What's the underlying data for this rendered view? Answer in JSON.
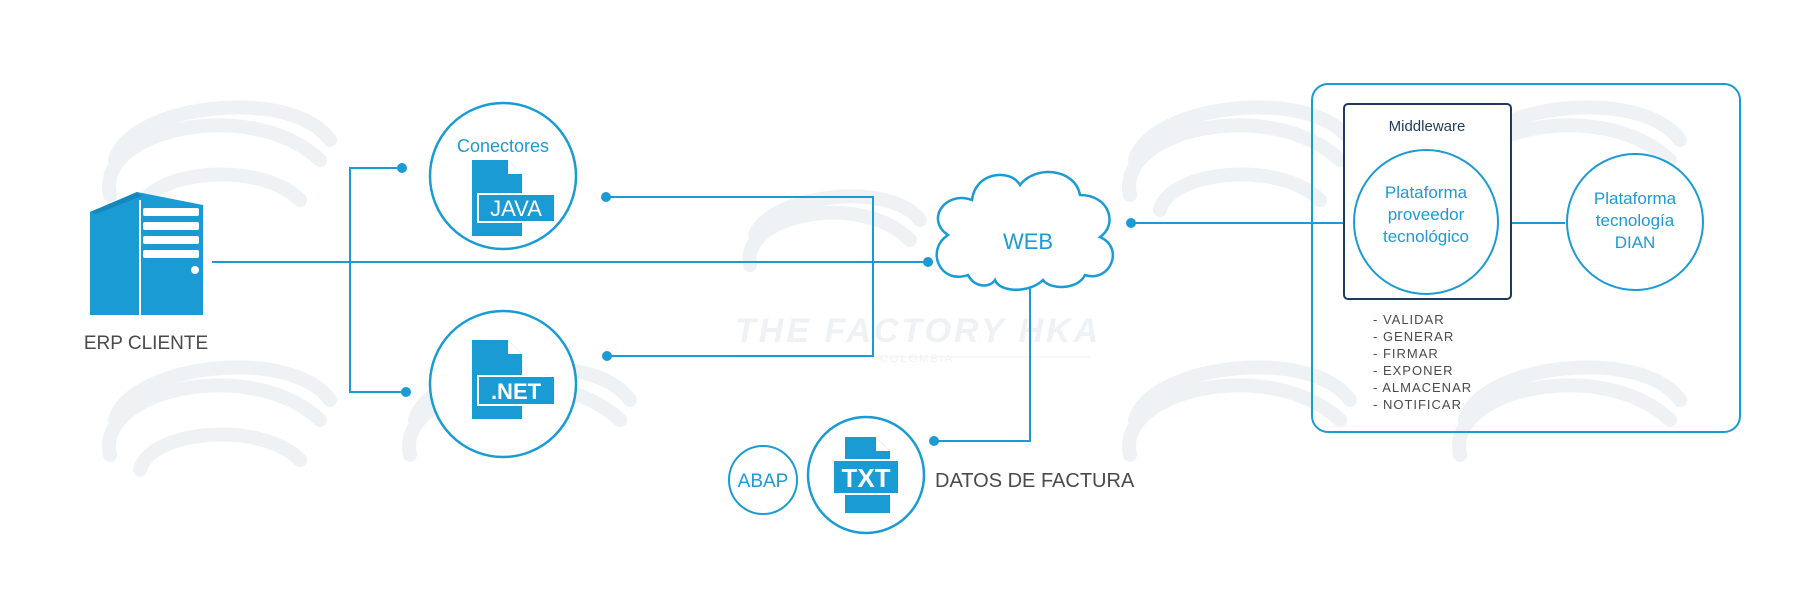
{
  "colors": {
    "primary": "#1b9bd4",
    "text_dark": "#4a4a4a",
    "middleware_border": "#1e3a5f",
    "watermark": "#eef2f5"
  },
  "erp": {
    "label": "ERP CLIENTE",
    "icon": "server-icon"
  },
  "java_connector": {
    "title": "Conectores",
    "badge": "JAVA",
    "icon": "java-file-icon"
  },
  "dotnet_connector": {
    "badge": ".NET",
    "icon": "dotnet-file-icon"
  },
  "abap": {
    "label": "ABAP"
  },
  "txt": {
    "badge": "TXT",
    "icon": "txt-file-icon",
    "label": "DATOS DE FACTURA"
  },
  "cloud": {
    "label": "WEB",
    "icon": "cloud-icon"
  },
  "middleware": {
    "title": "Middleware",
    "provider_lines": [
      "Plataforma",
      "proveedor",
      "tecnológico"
    ],
    "dian_lines": [
      "Plataforma",
      "tecnología",
      "DIAN"
    ],
    "actions": [
      "- VALIDAR",
      "- GENERAR",
      "- FIRMAR",
      "- EXPONER",
      "- ALMACENAR",
      "- NOTIFICAR"
    ]
  },
  "watermark": {
    "title": "THE FACTORY HKA",
    "subtitle": "COLOMBIA"
  }
}
